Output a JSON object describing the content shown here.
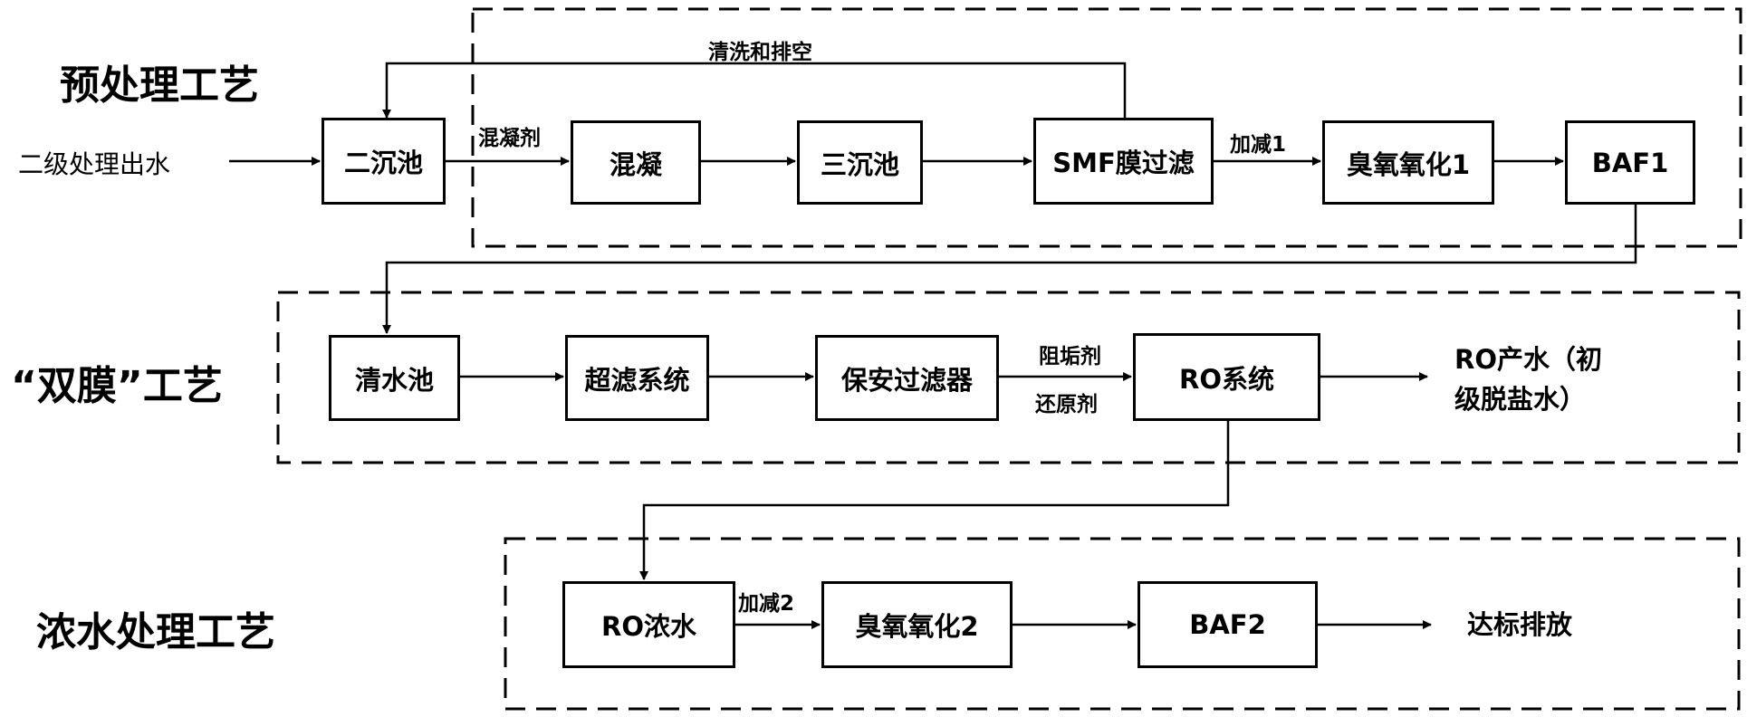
{
  "sections": {
    "pretreatment": "预处理工艺",
    "double_membrane": "“双膜”工艺",
    "concentrate": "浓水处理工艺"
  },
  "labels": {
    "inlet": "二级处理出水",
    "wash_drain": "清洗和排空",
    "coagulant": "混凝剂",
    "dose1": "加减1",
    "antiscalant": "阻垢剂",
    "reductant": "还原剂",
    "dose2": "加减2"
  },
  "boxes": {
    "secondary_clarifier": "二沉池",
    "coagulation": "混凝",
    "tertiary_clarifier": "三沉池",
    "smf": "SMF膜过滤",
    "ozone1": "臭氧氧化1",
    "baf1": "BAF1",
    "clear_water_tank": "清水池",
    "uf": "超滤系统",
    "security_filter": "保安过滤器",
    "ro": "RO系统",
    "ro_concentrate": "RO浓水",
    "ozone2": "臭氧氧化2",
    "baf2": "BAF2"
  },
  "outputs": {
    "ro_product_line1": "RO产水（初",
    "ro_product_line2": "级脱盐水）",
    "discharge": "达标排放"
  }
}
